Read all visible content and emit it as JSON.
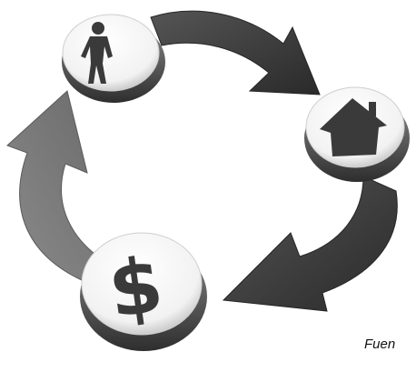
{
  "diagram": {
    "nodes": [
      {
        "id": "person",
        "icon": "person-icon"
      },
      {
        "id": "house",
        "icon": "house-icon"
      },
      {
        "id": "money",
        "icon": "dollar-icon",
        "symbol": "$"
      }
    ],
    "arrows": [
      {
        "from": "person",
        "to": "house",
        "color": "#3f3f3f"
      },
      {
        "from": "house",
        "to": "money",
        "color": "#3f3f3f"
      },
      {
        "from": "money",
        "to": "person",
        "color": "#7a7a7a"
      }
    ]
  },
  "caption": "Fuen",
  "colors": {
    "dark_arrow": "#3f3f3f",
    "light_arrow": "#7a7a7a",
    "button_face": "#ffffff",
    "button_rim": "#5a5a5a",
    "icon": "#3a3a3a"
  }
}
